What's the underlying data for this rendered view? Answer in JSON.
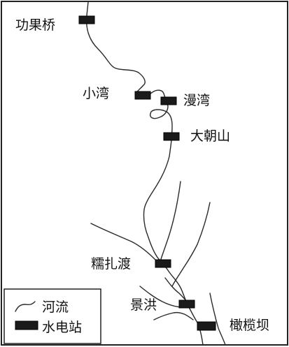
{
  "map": {
    "stations": [
      {
        "name": "功果桥"
      },
      {
        "name": "小湾"
      },
      {
        "name": "漫湾"
      },
      {
        "name": "大朝山"
      },
      {
        "name": "糯扎渡"
      },
      {
        "name": "景洪"
      },
      {
        "name": "橄榄坝"
      }
    ],
    "legend": {
      "river_label": "河流",
      "station_label": "水电站"
    }
  },
  "colors": {
    "ink": "#1a1a1a",
    "background": "#ffffff"
  }
}
